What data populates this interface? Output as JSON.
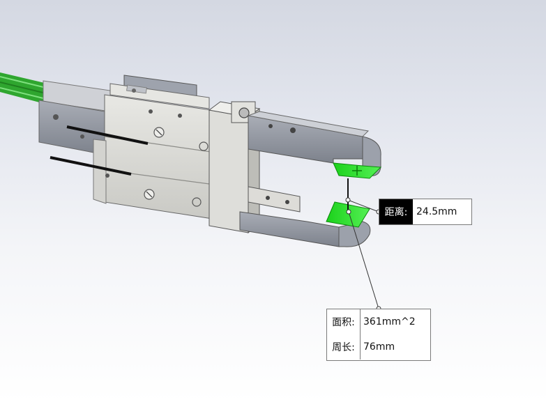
{
  "viewport": {
    "background_top": "#d4d8e2",
    "background_bottom": "#ffffff",
    "highlight_color": "#22dd22",
    "part_color": "#d9d9d6",
    "rail_color": "#8a8f99",
    "cable_color": "#2fa62f"
  },
  "measurement": {
    "distance": {
      "label": "距离:",
      "value": "24.5mm"
    },
    "face": {
      "area_label": "面积:",
      "area_value": "361mm^2",
      "perimeter_label": "周长:",
      "perimeter_value": "76mm"
    }
  }
}
